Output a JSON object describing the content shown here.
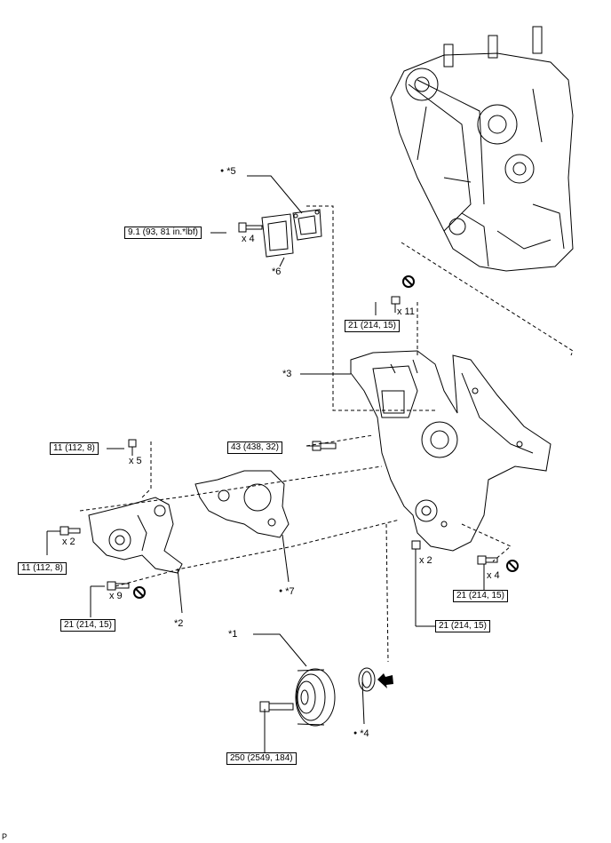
{
  "callouts": {
    "c1": "*1",
    "c2": "*2",
    "c3": "*3",
    "c4": "*4",
    "c5": "*5",
    "c6": "*6",
    "c7": "*7"
  },
  "torques": {
    "t_pump_cover": "9.1 (93, 81 in.*lbf)",
    "t_timing_cover_top": "21 (214, 15)",
    "t_pump_top": "11 (112, 8)",
    "t_cover_mid": "43 (438, 32)",
    "t_pump_left": "11 (112, 8)",
    "t_pump_bottom": "21 (214, 15)",
    "t_cover_bottom_right": "21 (214, 15)",
    "t_cover_bottom": "21 (214, 15)",
    "t_pulley": "250 (2549, 184)"
  },
  "quantities": {
    "q_x4_a": "x 4",
    "q_x11": "x 11",
    "q_x5": "x 5",
    "q_x2_a": "x 2",
    "q_x9": "x 9",
    "q_x2_b": "x 2",
    "q_x4_b": "x 4"
  },
  "corner_mark": "P",
  "icons": [
    "no-reuse-icon",
    "apply-oil-arrow-icon",
    "bolt-icon"
  ]
}
